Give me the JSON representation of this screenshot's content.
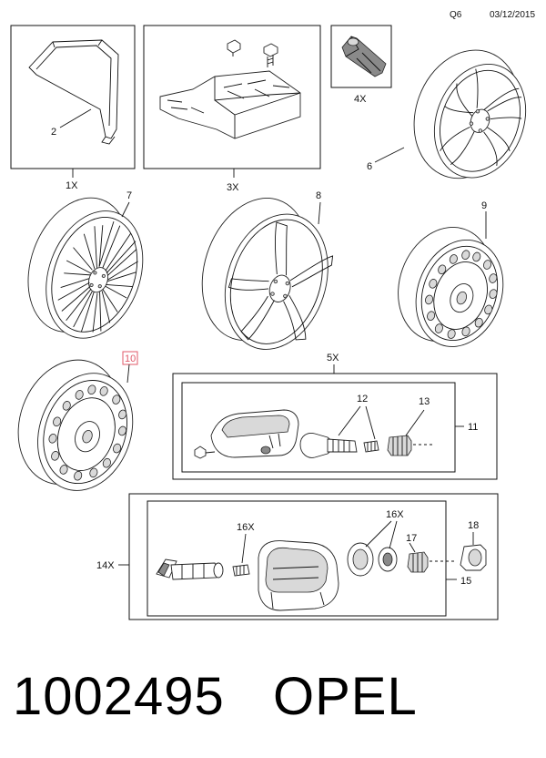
{
  "header": {
    "code": "Q6",
    "date": "03/12/2015"
  },
  "callouts": {
    "c2": "2",
    "c1x": "1X",
    "c3x": "3X",
    "c4x": "4X",
    "c6": "6",
    "c7": "7",
    "c8": "8",
    "c9": "9",
    "c10": "10",
    "c5x": "5X",
    "c11": "11",
    "c12": "12",
    "c13": "13",
    "c14x": "14X",
    "c15": "15",
    "c16x_a": "16X",
    "c16x_b": "16X",
    "c17": "17",
    "c18": "18"
  },
  "footer": {
    "part_number": "1002495",
    "brand": "OPEL"
  },
  "colors": {
    "highlight_box": "#e05a6a",
    "line": "#111111"
  }
}
